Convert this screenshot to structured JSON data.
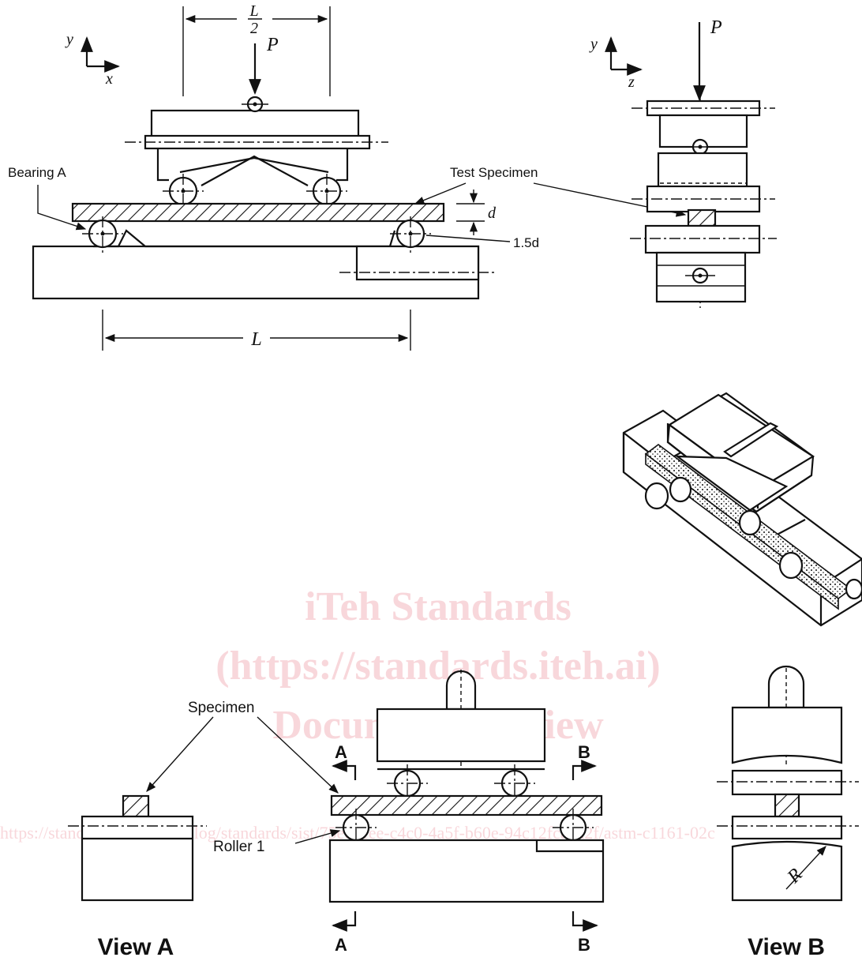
{
  "top_view": {
    "axis_y": "y",
    "axis_x": "x",
    "load": "P",
    "spacing_num": "L",
    "spacing_den": "2",
    "label_bearing": "Bearing A",
    "label_specimen": "Test Specimen",
    "thickness": "d",
    "offset": "1.5d",
    "span": "L"
  },
  "side_view": {
    "axis_y": "y",
    "axis_z": "z",
    "load": "P"
  },
  "watermark": {
    "line1": "iTeh Standards",
    "line2": "(https://standards.iteh.ai)",
    "line3": "Document Preview",
    "url": "https://standards.iteh.ai/catalog/standards/sist/75edeeee-c4c0-4a5f-b60e-94c12fca0a2f/astm-c1161-02c"
  },
  "bottom": {
    "label_specimen": "Specimen",
    "label_roller": "Roller 1",
    "section_a": "A",
    "section_b": "B",
    "view_a": "View A",
    "view_b": "View B",
    "radius": "R"
  }
}
